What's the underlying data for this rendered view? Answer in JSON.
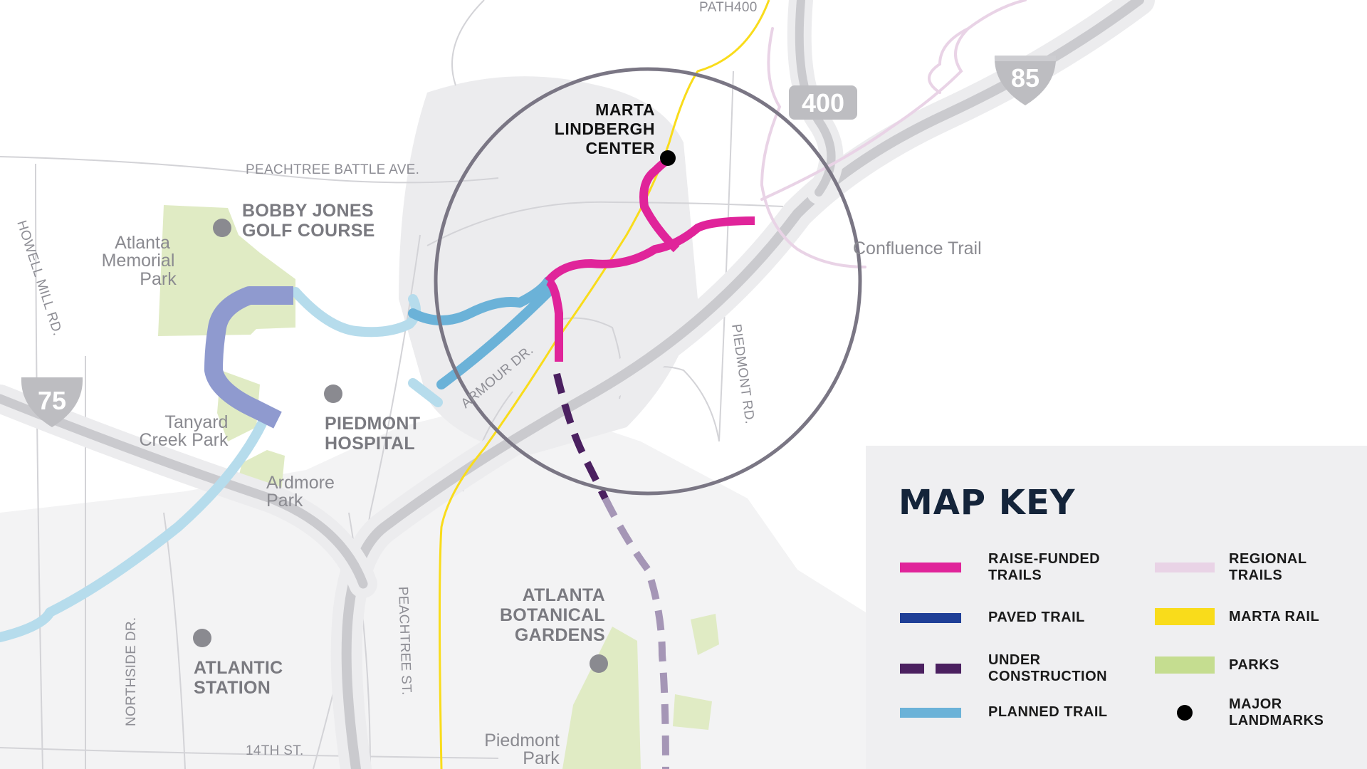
{
  "labels": {
    "path400": "PATH400",
    "peachtree_battle": "PEACHTREE BATTLE AVE.",
    "howell_mill": "HOWELL MILL RD.",
    "armour": "ARMOUR DR.",
    "piedmont_rd": "PIEDMONT RD.",
    "peachtree_st": "PEACHTREE ST.",
    "northside": "NORTHSIDE DR.",
    "fourteenth": "14TH ST.",
    "confluence": "Confluence Trail"
  },
  "shields": {
    "i85": "85",
    "i75": "75",
    "ga400": "400"
  },
  "places": {
    "marta_l1": "MARTA",
    "marta_l2": "LINDBERGH",
    "marta_l3": "CENTER",
    "bobby_l1": "BOBBY JONES",
    "bobby_l2": "GOLF COURSE",
    "piedmont_h_l1": "PIEDMONT",
    "piedmont_h_l2": "HOSPITAL",
    "atlantic_l1": "ATLANTIC",
    "atlantic_l2": "STATION",
    "gardens_l1": "ATLANTA",
    "gardens_l2": "BOTANICAL",
    "gardens_l3": "GARDENS"
  },
  "parks": {
    "memorial_l1": "Atlanta",
    "memorial_l2": "Memorial",
    "memorial_l3": "Park",
    "tanyard_l1": "Tanyard",
    "tanyard_l2": "Creek Park",
    "ardmore_l1": "Ardmore",
    "ardmore_l2": "Park",
    "piedmont_park_l1": "Piedmont",
    "piedmont_park_l2": "Park"
  },
  "legend": {
    "title": "MAP KEY",
    "items": [
      {
        "label": "RAISE-FUNDED\nTRAILS",
        "color": "#e0249a",
        "style": "solid"
      },
      {
        "label": "PAVED TRAIL",
        "color": "#1f3f97",
        "style": "solid"
      },
      {
        "label": "UNDER\nCONSTRUCTION",
        "color": "#4b2060",
        "style": "dashed"
      },
      {
        "label": "PLANNED TRAIL",
        "color": "#6bb2d8",
        "style": "solid"
      },
      {
        "label": "REGIONAL\nTRAILS",
        "color": "#e9d3e6",
        "style": "solid"
      },
      {
        "label": "MARTA RAIL",
        "color": "#f9dc1b",
        "style": "solid"
      },
      {
        "label": "PARKS",
        "color": "#c5dd90",
        "style": "solid"
      },
      {
        "label": "MAJOR\nLANDMARKS",
        "color": "#000000",
        "style": "dot"
      }
    ]
  },
  "colors": {
    "raise_funded": "#e0249a",
    "paved": "#1f3f97",
    "existing_trail_segment": "#8f9acf",
    "under_construction": "#4b2060",
    "under_construction_faded": "#a596b6",
    "planned": "#6bb2d8",
    "planned_light": "#b6dcec",
    "regional": "#e9d3e6",
    "marta_rail": "#f9dc1b",
    "parks": "#e0ebc4",
    "highway": "#c9c9cd",
    "highway_casing": "#e8e8ea",
    "focus_ring": "#7a7684"
  }
}
